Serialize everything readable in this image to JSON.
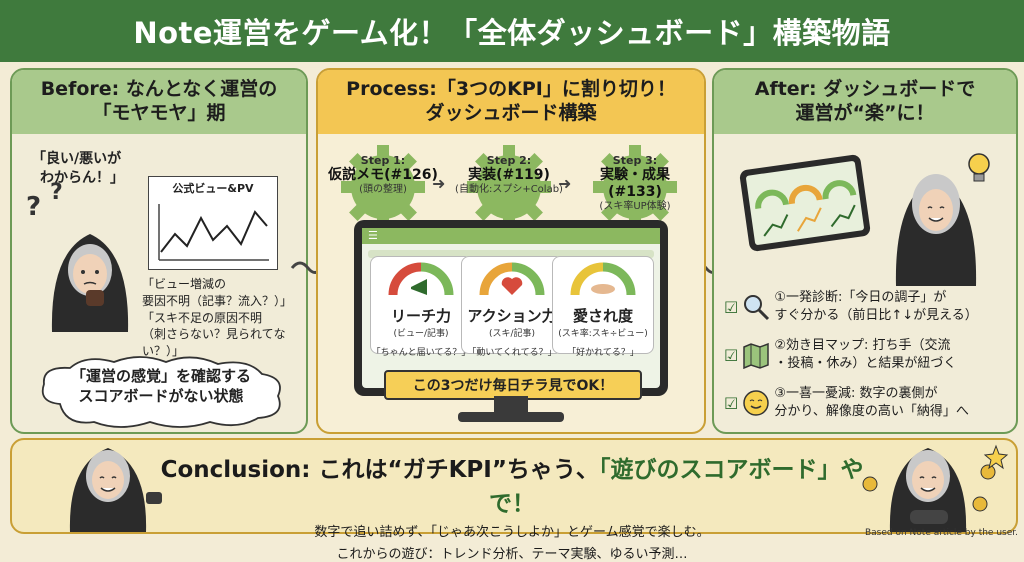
{
  "banner": {
    "title": "Note運営をゲーム化！「全体ダッシュボード」構築物語"
  },
  "before": {
    "heading_line1": "Before: なんとなく運営の",
    "heading_line2": "「モヤモヤ」期",
    "speech_line1": "「良い/悪いが",
    "speech_line2": "わからん！」",
    "chart_label": "公式ビュー&PV",
    "issue_line1": "「ビュー増減の",
    "issue_line2": "要因不明（記事？流入？）」",
    "issue_line3": "「スキ不足の原因不明",
    "issue_line4": "（刺さらない？見られてない？）」",
    "cloud_line1": "「運営の感覚」を確認する",
    "cloud_line2": "スコアボードがない状態"
  },
  "process": {
    "heading_line1": "Process:「3つのKPI」に割り切り！",
    "heading_line2": "ダッシュボード構築",
    "steps": [
      {
        "step": "Step 1:",
        "main": "仮説メモ(#126)",
        "note": "(頭の整理)"
      },
      {
        "step": "Step 2:",
        "main": "実装(#119)",
        "note": "(自動化:スプシ+Colab)"
      },
      {
        "step": "Step 3:",
        "main": "実験・成果(#133)",
        "note": "(スキ率UP体験)"
      }
    ],
    "gauges": [
      {
        "title": "リーチ力",
        "sub": "(ビュー/記事)",
        "question": "「ちゃんと届いてる？」",
        "icon": "megaphone-icon"
      },
      {
        "title": "アクション力",
        "sub": "(スキ/記事)",
        "question": "「動いてくれてる？」",
        "icon": "heart-icon"
      },
      {
        "title": "愛され度",
        "sub": "(スキ率:スキ÷ビュー)",
        "question": "「好かれてる？」",
        "icon": "handshake-icon"
      }
    ],
    "ribbon": "この3つだけ毎日チラ見でOK！"
  },
  "after": {
    "heading_line1": "After: ダッシュボードで",
    "heading_line2": "運営が“楽”に！",
    "items": [
      {
        "line1": "①一発診断:「今日の調子」が",
        "line2": "すぐ分かる（前日比↑↓が見える）",
        "icon": "magnifier-icon"
      },
      {
        "line1": "②効き目マップ: 打ち手（交流",
        "line2": "・投稿・休み）と結果が紐づく",
        "icon": "map-icon"
      },
      {
        "line1": "③一喜一憂減: 数字の裏側が",
        "line2": "分かり、解像度の高い「納得」へ",
        "icon": "smile-icon"
      }
    ]
  },
  "conclusion": {
    "title_prefix": "Conclusion: これは“ガチKPI”ちゃう、",
    "title_highlight": "「遊びのスコアボード」やで！",
    "line1": "数字で追い詰めず、「じゃあ次こうしよか」とゲーム感覚で楽しむ。",
    "line2": "これからの遊び：トレンド分析、テーマ実験、ゆるい予測…"
  },
  "credit": "Based on Note article by the user.",
  "colors": {
    "banner": "#3f7a3d",
    "green_head": "#a9c98c",
    "yellow_head": "#f3c653",
    "gear": "#8cb860"
  }
}
